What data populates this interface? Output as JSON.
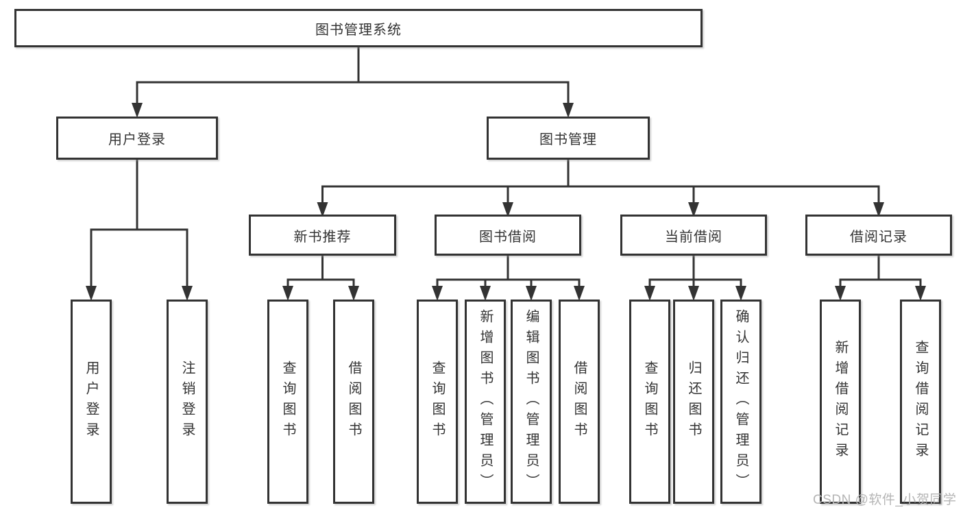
{
  "diagram": {
    "root": {
      "label": "图书管理系统"
    },
    "branches": [
      {
        "label": "用户登录",
        "children": [
          {
            "label": "用户登录"
          },
          {
            "label": "注销登录"
          }
        ]
      },
      {
        "label": "图书管理",
        "children": [
          {
            "label": "新书推荐",
            "children": [
              {
                "label": "查询图书"
              },
              {
                "label": "借阅图书"
              }
            ]
          },
          {
            "label": "图书借阅",
            "children": [
              {
                "label": "查询图书"
              },
              {
                "label": "新增图书（管理员）"
              },
              {
                "label": "编辑图书（管理员）"
              },
              {
                "label": "借阅图书"
              }
            ]
          },
          {
            "label": "当前借阅",
            "children": [
              {
                "label": "查询图书"
              },
              {
                "label": "归还图书"
              },
              {
                "label": "确认归还（管理员）"
              }
            ]
          },
          {
            "label": "借阅记录",
            "children": [
              {
                "label": "新增借阅记录"
              },
              {
                "label": "查询借阅记录"
              }
            ]
          }
        ]
      }
    ]
  },
  "watermark": {
    "text": "CSDN @软件_小贺同学"
  },
  "colors": {
    "line": "#333333",
    "text": "#333333",
    "box_background": "#ffffff",
    "page_background": "#ffffff",
    "watermark": "#b5b5b5"
  }
}
